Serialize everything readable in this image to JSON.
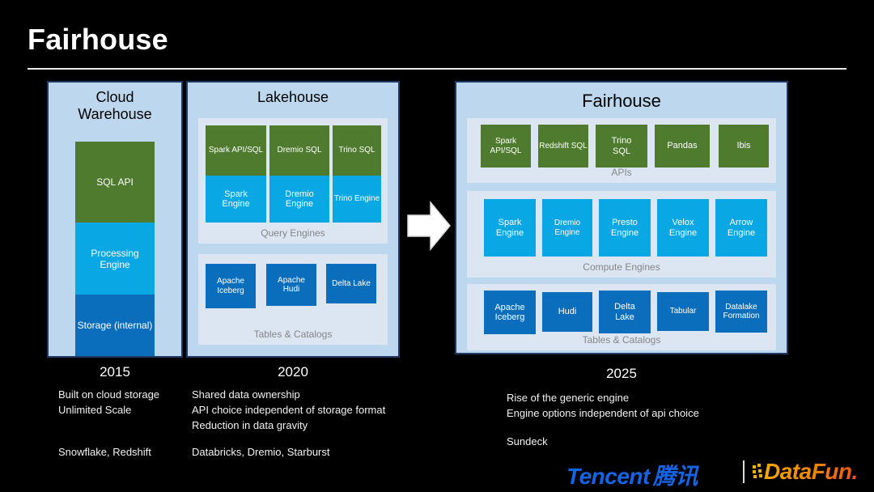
{
  "slide": {
    "title": "Fairhouse"
  },
  "columns": [
    {
      "id": "cloud-warehouse",
      "panel_title": "Cloud\nWarehouse",
      "blocks": [
        {
          "label": "SQL API",
          "color": "#4f7b2e"
        },
        {
          "label": "Processing Engine",
          "color": "#09a7e4"
        },
        {
          "label": "Storage (internal)",
          "color": "#0a6ebd"
        }
      ],
      "year": "2015",
      "notes": "Built on cloud storage\nUnlimited Scale",
      "vendors": "Snowflake, Redshift"
    },
    {
      "id": "lakehouse",
      "panel_title": "Lakehouse",
      "groups": [
        {
          "label": "Query Engines",
          "stacks": [
            {
              "api": "Spark API/SQL",
              "engine": "Spark\nEngine"
            },
            {
              "api": "Dremio SQL",
              "engine": "Dremio\nEngine"
            },
            {
              "api": "Trino SQL",
              "engine": "Trino Engine"
            }
          ]
        },
        {
          "label": "Tables & Catalogs",
          "items": [
            "Apache\nIceberg",
            "Apache\nHudi",
            "Delta Lake"
          ]
        }
      ],
      "year": "2020",
      "notes": "Shared data ownership\nAPI choice independent of storage format\nReduction in data gravity",
      "vendors": "Databricks, Dremio, Starburst"
    },
    {
      "id": "fairhouse",
      "panel_title": "Fairhouse",
      "groups": [
        {
          "label": "APIs",
          "items": [
            "Spark\nAPI/SQL",
            "Redshift SQL",
            "Trino\nSQL",
            "Pandas",
            "Ibis"
          ]
        },
        {
          "label": "Compute Engines",
          "items": [
            "Spark\nEngine",
            "Dremio\nEngine",
            "Presto\nEngine",
            "Velox\nEngine",
            "Arrow\nEngine"
          ]
        },
        {
          "label": "Tables & Catalogs",
          "items": [
            "Apache\nIceberg",
            "Hudi",
            "Delta\nLake",
            "Tabular",
            "Datalake\nFormation"
          ]
        }
      ],
      "year": "2025",
      "notes": "Rise of the generic engine\nEngine options independent of api choice",
      "vendors": "Sundeck"
    }
  ],
  "logo": {
    "tencent_en": "Tencent",
    "tencent_cn": "腾讯",
    "datafun": "DataFun."
  },
  "colors": {
    "background": "#000000",
    "panel_fill": "#bdd7ee",
    "panel_border": "#1f3864",
    "group_fill": "#dce6f2",
    "group_label": "#868686",
    "api_green": "#4f7b2e",
    "engine_cyan": "#09a7e4",
    "storage_blue": "#0a6ebd",
    "tencent_blue": "#1464e6",
    "datafun_orange": "#f08c00"
  }
}
